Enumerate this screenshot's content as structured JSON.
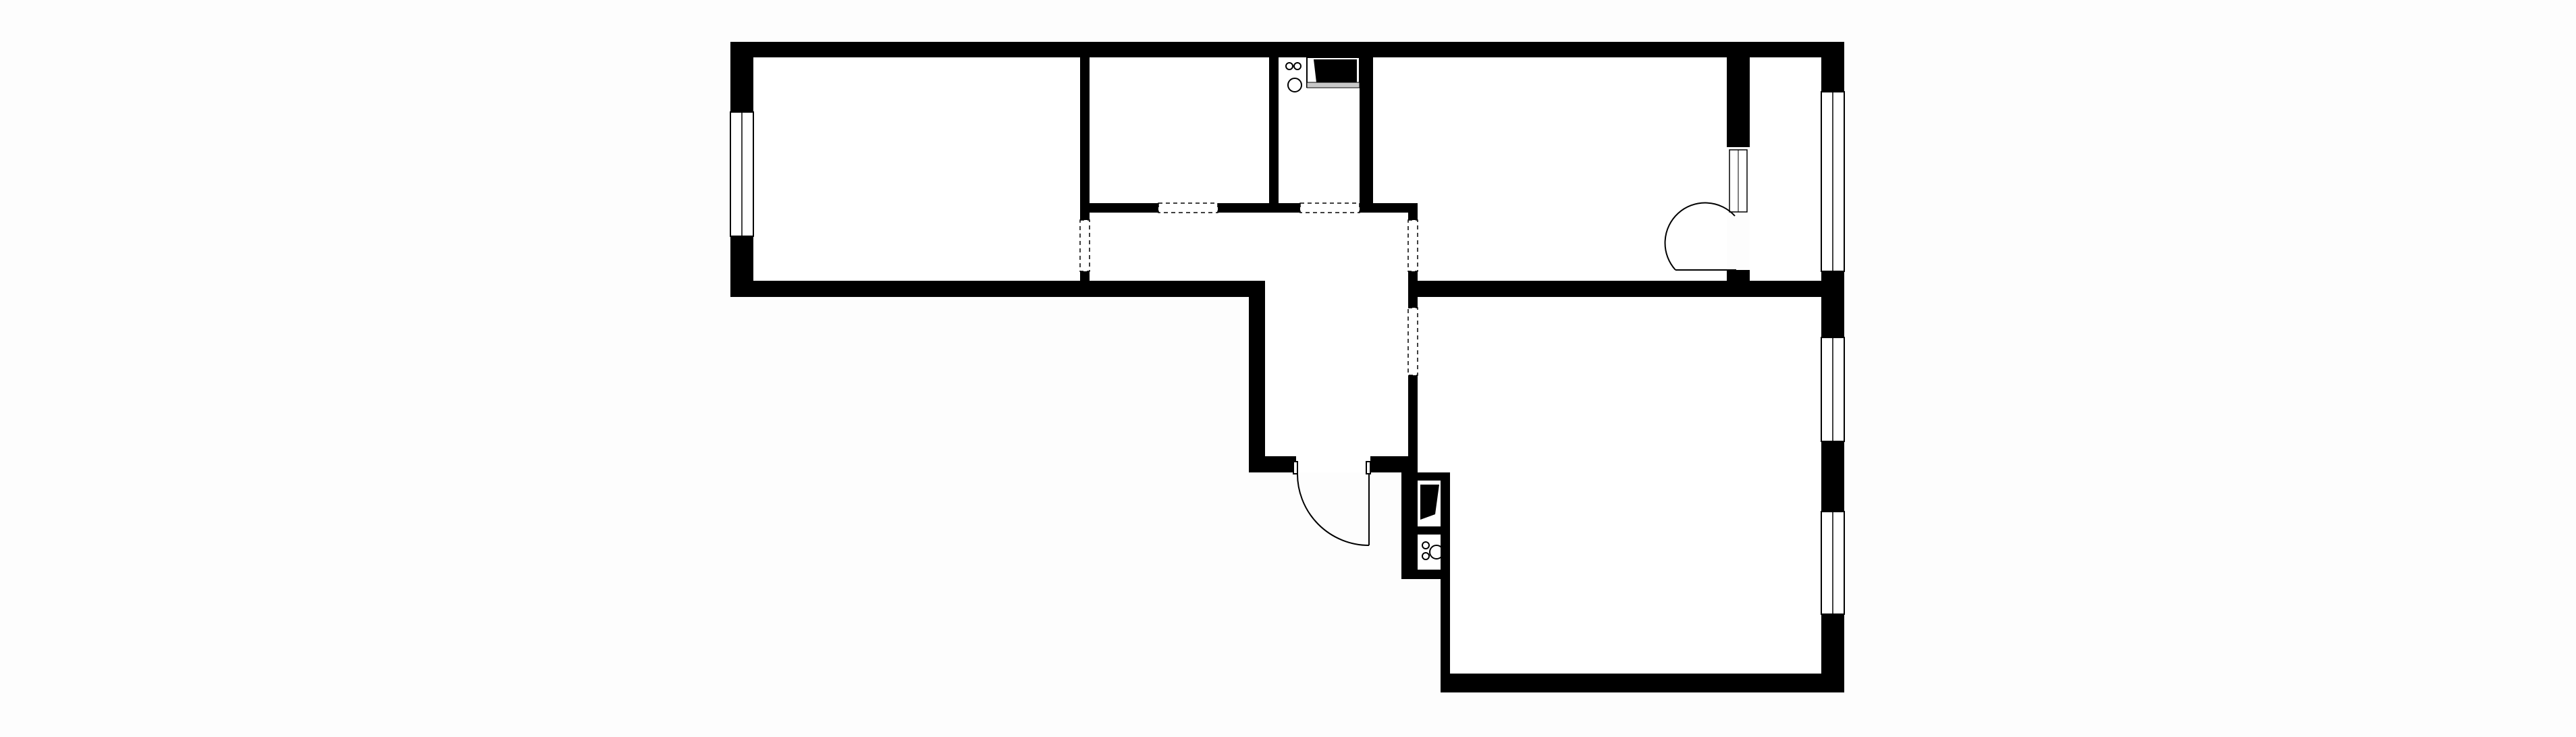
{
  "floorplan": {
    "colors": {
      "background": "#fdfdfd",
      "wall": "#000000",
      "opening_fill": "#ffffff",
      "line": "#000000",
      "fixture_shade": "#c8c8c8"
    },
    "rooms": [
      {
        "id": "room-west-bedroom",
        "label": ""
      },
      {
        "id": "room-small-center",
        "label": ""
      },
      {
        "id": "room-bathroom",
        "label": ""
      },
      {
        "id": "room-northeast",
        "label": ""
      },
      {
        "id": "room-closet-north",
        "label": ""
      },
      {
        "id": "room-hallway",
        "label": ""
      },
      {
        "id": "room-large-southeast",
        "label": ""
      },
      {
        "id": "room-kitchenette",
        "label": ""
      }
    ],
    "windows_count": 5,
    "doors_count": 2,
    "internal_openings_count": 5,
    "fixtures": [
      "stove-burners",
      "sink",
      "stove-burners",
      "sink",
      "closet-wardrobe"
    ]
  }
}
